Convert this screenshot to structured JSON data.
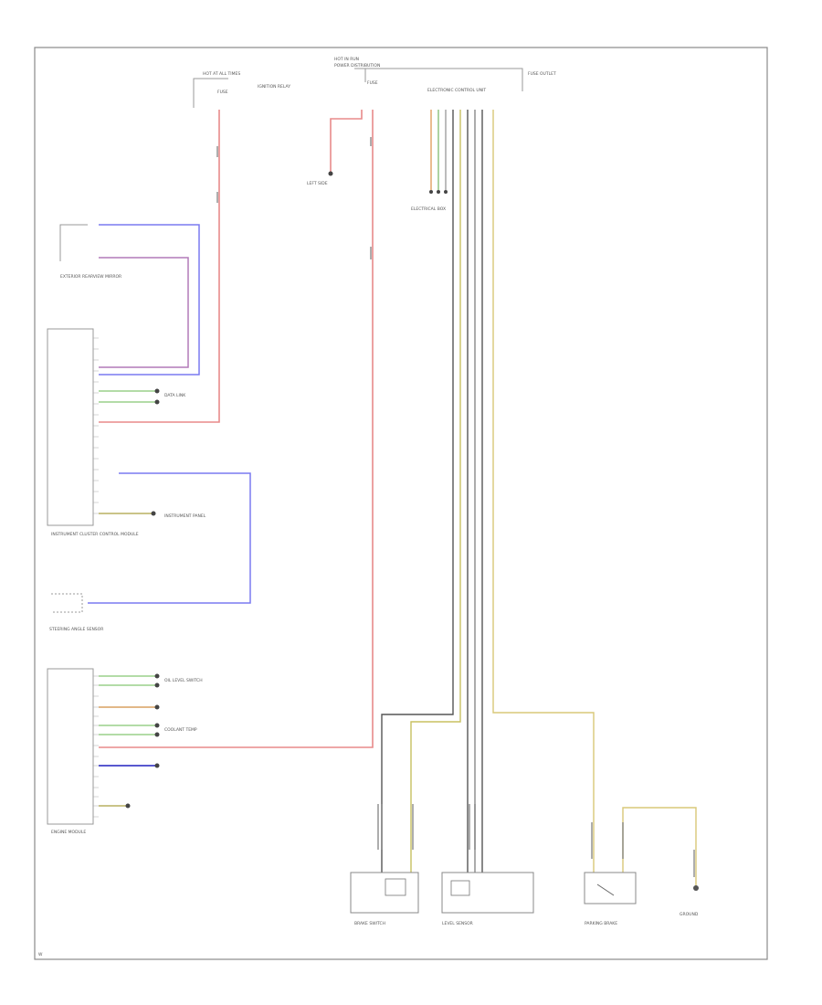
{
  "diagram": {
    "blurred_labels": [
      {
        "id": "hot-at-all-times-top",
        "text": "HOT AT ALL TIMES"
      },
      {
        "id": "hot-in-run-top",
        "text": "HOT IN RUN"
      },
      {
        "id": "fuse-a",
        "text": "FUSE"
      },
      {
        "id": "fuse-b",
        "text": "FUSE"
      },
      {
        "id": "power-dist",
        "text": "POWER DISTRIBUTION"
      },
      {
        "id": "electronic-control",
        "text": "ELECTRONIC CONTROL UNIT"
      },
      {
        "id": "ignition-relay",
        "text": "IGNITION RELAY"
      },
      {
        "id": "exterior-mirror",
        "text": "EXTERIOR REARVIEW MIRROR"
      },
      {
        "id": "instrument-cluster",
        "text": "INSTRUMENT CLUSTER CONTROL MODULE"
      },
      {
        "id": "data-link",
        "text": "DATA LINK"
      },
      {
        "id": "instrument-panel",
        "text": "INSTRUMENT PANEL"
      },
      {
        "id": "steering-angle",
        "text": "STEERING ANGLE SENSOR"
      },
      {
        "id": "engine-module",
        "text": "ENGINE MODULE"
      },
      {
        "id": "oil-level",
        "text": "OIL LEVEL SWITCH"
      },
      {
        "id": "coolant-temp",
        "text": "COOLANT TEMP"
      },
      {
        "id": "fuse-outlet",
        "text": "FUSE OUTLET"
      },
      {
        "id": "left-side",
        "text": "LEFT SIDE"
      },
      {
        "id": "electrical-box",
        "text": "ELECTRICAL BOX"
      },
      {
        "id": "brake-switch",
        "text": "BRAKE SWITCH"
      },
      {
        "id": "level-sensor",
        "text": "LEVEL SENSOR"
      },
      {
        "id": "parking-brake",
        "text": "PARKING BRAKE"
      },
      {
        "id": "ground",
        "text": "GROUND"
      },
      {
        "id": "footer",
        "text": "W"
      }
    ]
  }
}
